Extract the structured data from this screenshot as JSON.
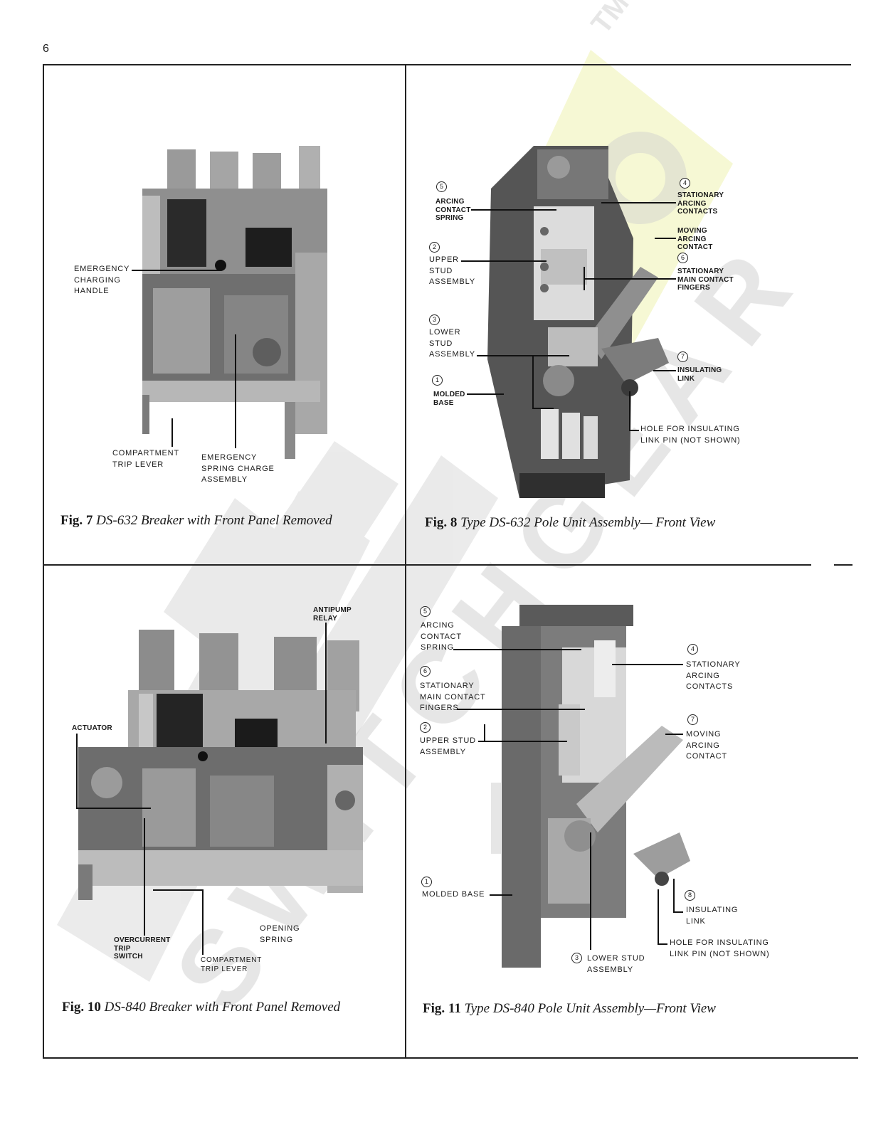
{
  "page": {
    "number": "6"
  },
  "watermark": {
    "text": "SWITCHGEAR",
    "mark": "TM",
    "accent": "#e8ef9a",
    "icon": "gear-icon"
  },
  "fig7": {
    "caption_num": "Fig. 7",
    "caption_text": "DS-632 Breaker with Front Panel Removed",
    "labels": {
      "emergency_handle": [
        "EMERGENCY",
        "CHARGING",
        "HANDLE"
      ],
      "trip_lever": [
        "COMPARTMENT",
        "TRIP LEVER"
      ],
      "spring_charge": [
        "EMERGENCY",
        "SPRING CHARGE",
        "ASSEMBLY"
      ]
    }
  },
  "fig8": {
    "caption_num": "Fig. 8",
    "caption_text": "Type DS-632 Pole Unit Assembly— Front View",
    "labels": {
      "n5": "5",
      "arcing_spring": [
        "ARCING",
        "CONTACT",
        "SPRING"
      ],
      "n2": "2",
      "upper_stud": [
        "UPPER",
        "STUD",
        "ASSEMBLY"
      ],
      "n3": "3",
      "lower_stud": [
        "LOWER",
        "STUD",
        "ASSEMBLY"
      ],
      "n1": "1",
      "molded_base": [
        "MOLDED",
        "BASE"
      ],
      "n4": "4",
      "stationary_arcing": [
        "STATIONARY",
        "ARCING",
        "CONTACTS"
      ],
      "moving_arcing": [
        "MOVING",
        "ARCING",
        "CONTACT"
      ],
      "n6": "6",
      "main_fingers": [
        "STATIONARY",
        "MAIN CONTACT",
        "FINGERS"
      ],
      "n7": "7",
      "insulating_link": [
        "INSULATING",
        "LINK"
      ],
      "hole": [
        "HOLE FOR INSULATING",
        "LINK PIN (NOT SHOWN)"
      ]
    }
  },
  "fig10": {
    "caption_num": "Fig. 10",
    "caption_text": "DS-840 Breaker with Front Panel Removed",
    "labels": {
      "antipump": [
        "ANTIPUMP",
        "RELAY"
      ],
      "actuator": [
        "ACTUATOR"
      ],
      "overcurrent": [
        "OVERCURRENT",
        "TRIP",
        "SWITCH"
      ],
      "trip_lever": [
        "COMPARTMENT",
        "TRIP LEVER"
      ],
      "opening_spring": [
        "OPENING",
        "SPRING"
      ]
    }
  },
  "fig11": {
    "caption_num": "Fig. 11",
    "caption_text": "Type DS-840 Pole Unit Assembly—Front View",
    "labels": {
      "n5": "5",
      "arcing_spring": [
        "ARCING",
        "CONTACT",
        "SPRING"
      ],
      "n6": "6",
      "main_fingers": [
        "STATIONARY",
        "MAIN CONTACT",
        "FINGERS"
      ],
      "n2": "2",
      "upper_stud": [
        "UPPER STUD",
        "ASSEMBLY"
      ],
      "n1": "1",
      "molded_base": [
        "MOLDED BASE"
      ],
      "n4": "4",
      "stationary_arcing": [
        "STATIONARY",
        "ARCING",
        "CONTACTS"
      ],
      "n7": "7",
      "moving_arcing": [
        "MOVING",
        "ARCING",
        "CONTACT"
      ],
      "n8": "8",
      "insulating_link": [
        "INSULATING",
        "LINK"
      ],
      "hole": [
        "HOLE FOR INSULATING",
        "LINK PIN (NOT SHOWN)"
      ],
      "n3": "3",
      "lower_stud": [
        "LOWER STUD",
        "ASSEMBLY"
      ]
    }
  }
}
